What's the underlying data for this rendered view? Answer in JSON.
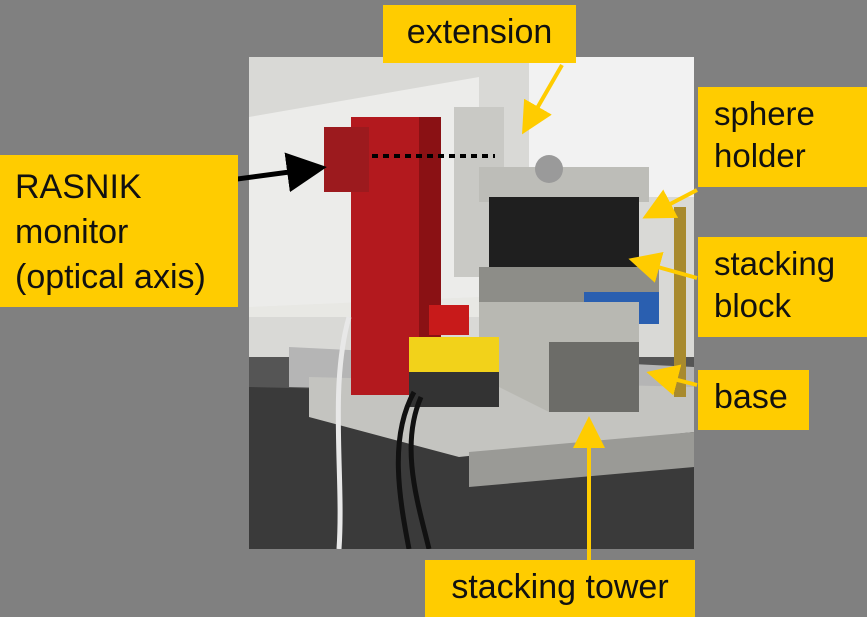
{
  "labels": {
    "extension": "extension",
    "sphere_holder": "sphere\nholder",
    "stacking_block": "stacking\nblock",
    "base": "base",
    "rasnik": "RASNIK\nmonitor\n(optical axis)",
    "stacking_tower": "stacking tower"
  },
  "colors": {
    "background": "#808080",
    "label_fill": "#ffcc00",
    "arrow_yellow": "#ffcc00",
    "arrow_black": "#000000",
    "monitor_red": "#b3191e"
  }
}
